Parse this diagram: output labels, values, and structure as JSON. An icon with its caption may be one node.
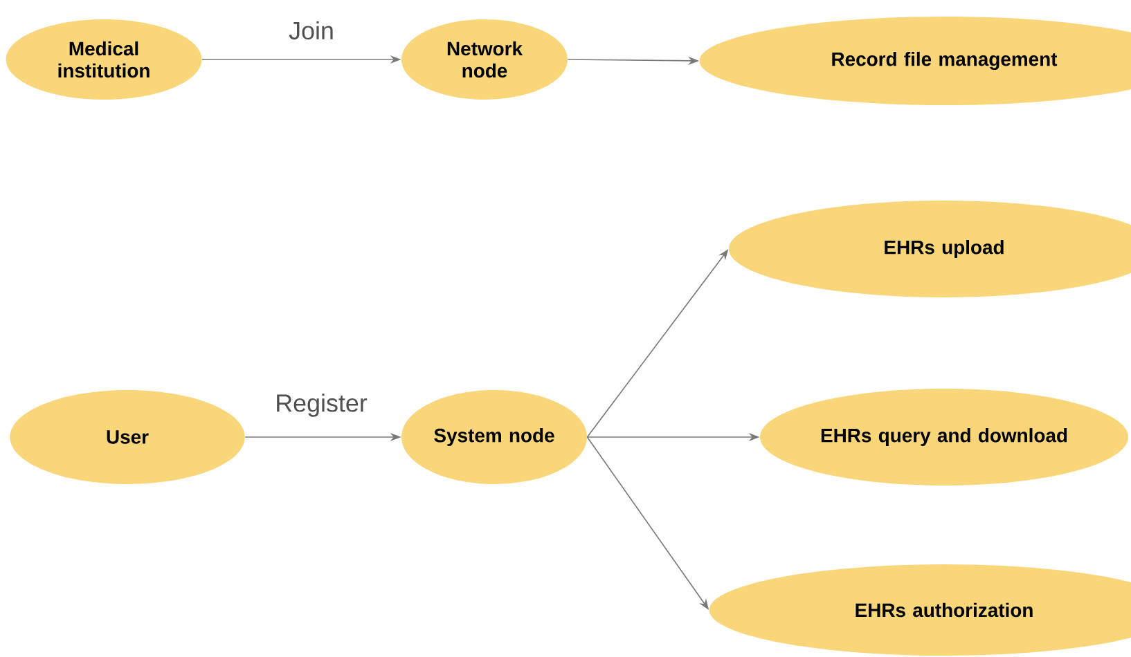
{
  "diagram": {
    "nodes": [
      {
        "text": [
          "Medical institution"
        ]
      },
      {
        "text": [
          "Network node"
        ]
      },
      {
        "text": [
          "Record file management"
        ]
      },
      {
        "text": [
          "EHRs upload"
        ]
      },
      {
        "text": [
          "User"
        ]
      },
      {
        "text": [
          "System node"
        ]
      },
      {
        "text": [
          "EHRs query and download"
        ]
      },
      {
        "text": [
          "EHRs authorization"
        ]
      }
    ],
    "edges": [
      {
        "from": 0,
        "to": 1,
        "arrow": "to",
        "label": "Join"
      },
      {
        "from": 1,
        "to": 2,
        "arrow": "to"
      },
      {
        "from": 4,
        "to": 5,
        "arrow": "to",
        "label": "Register"
      },
      {
        "from": 5,
        "to": 3,
        "arrow": "to"
      },
      {
        "from": 5,
        "to": 6,
        "arrow": "to"
      },
      {
        "from": 5,
        "to": 7,
        "arrow": "to"
      }
    ]
  }
}
